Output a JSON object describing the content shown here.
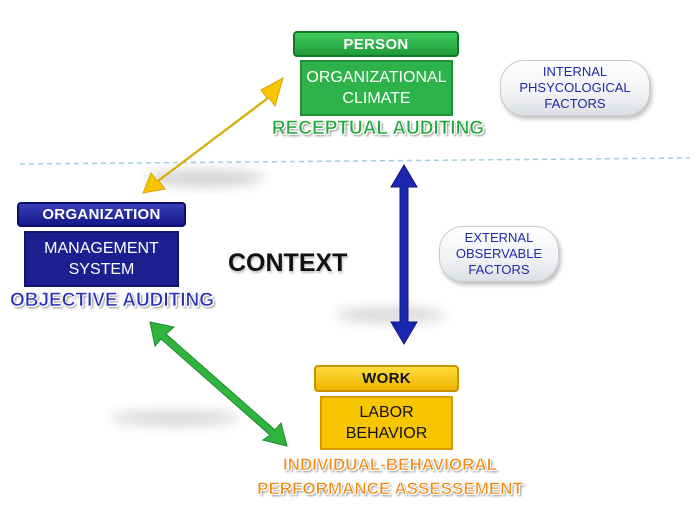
{
  "colors": {
    "green": "#2db34a",
    "green_dark": "#1f8f36",
    "navy": "#1c1f8f",
    "navy_dark": "#121470",
    "yellow": "#f7c600",
    "yellow_dark": "#d49a00",
    "orange_text": "#ef8a12",
    "blue_text": "#2a32b8",
    "green_text": "#22a83c",
    "arrow_yellow": "#f7c600",
    "arrow_blue": "#1c27b0",
    "arrow_green": "#2fb53e",
    "dashed_line": "#9fd0de"
  },
  "person": {
    "header": "PERSON",
    "box_lines": [
      "ORGANIZATIONAL",
      "CLIMATE"
    ],
    "caption": "RECEPTUAL AUDITING"
  },
  "organization": {
    "header": "ORGANIZATION",
    "box_lines": [
      "MANAGEMENT",
      "SYSTEM"
    ],
    "caption": "OBJECTIVE AUDITING"
  },
  "work": {
    "header": "WORK",
    "box_lines": [
      "LABOR",
      "BEHAVIOR"
    ],
    "caption_lines": [
      "INDIVIDUAL-BEHAVIORAL",
      "PERFORMANCE ASSESSEMENT"
    ]
  },
  "context_label": "CONTEXT",
  "internal_factors": [
    "INTERNAL",
    "PHSYCOLOGICAL",
    "FACTORS"
  ],
  "external_factors": [
    "EXTERNAL",
    "OBSERVABLE",
    "FACTORS"
  ],
  "connectors": [
    {
      "from": "person",
      "to": "organization",
      "style": "double-arrow",
      "color": "yellow"
    },
    {
      "from": "person",
      "to": "work",
      "style": "double-arrow",
      "color": "blue"
    },
    {
      "from": "organization",
      "to": "work",
      "style": "double-arrow",
      "color": "green"
    }
  ]
}
